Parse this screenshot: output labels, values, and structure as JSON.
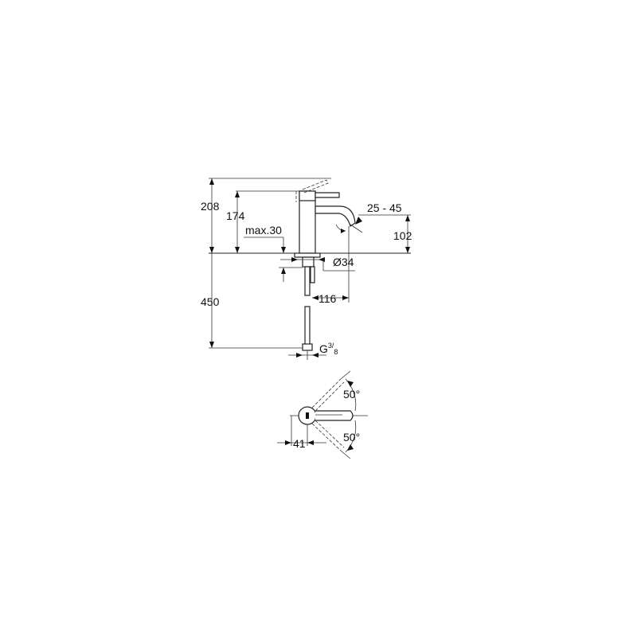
{
  "drawing": {
    "side_view": {
      "dimensions": {
        "total_height": "208",
        "spout_top_height": "174",
        "max_deck_thickness": "max.30",
        "spout_outlet_height": "102",
        "spout_angle": "25 - 45",
        "hole_diameter": "Ø34",
        "spout_reach": "116",
        "hose_length": "450",
        "connection_prefix": "G",
        "connection_num": "3",
        "connection_den": "8"
      }
    },
    "top_view": {
      "dimensions": {
        "rotation_upper": "50°",
        "rotation_lower": "50°",
        "handle_offset": "41"
      }
    }
  }
}
